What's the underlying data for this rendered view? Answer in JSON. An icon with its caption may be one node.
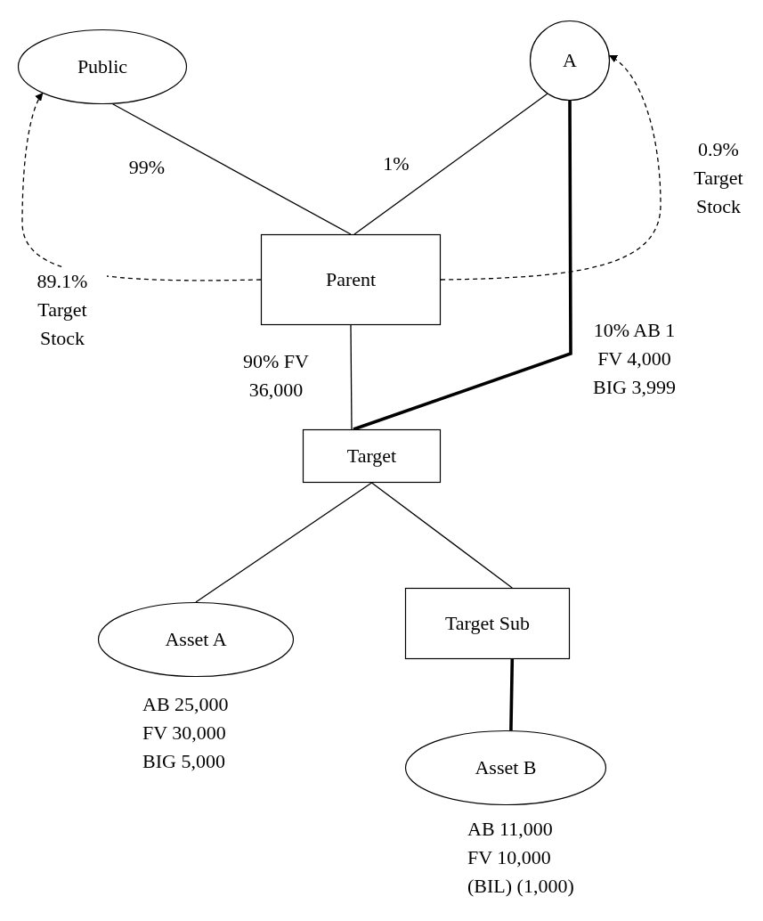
{
  "diagram": {
    "nodes": [
      {
        "text": [
          "Public"
        ]
      },
      {
        "text": [
          "A"
        ]
      },
      {
        "text": [
          "Parent"
        ]
      },
      {
        "text": [
          "Target"
        ]
      },
      {
        "text": [
          "Asset A"
        ],
        "beside": [
          "AB 25,000",
          "FV 30,000",
          "BIG 5,000"
        ]
      },
      {
        "text": [
          "Target Sub"
        ]
      },
      {
        "text": [
          "Asset B"
        ],
        "beside": [
          "AB 11,000",
          "FV 10,000",
          "(BIL) (1,000)"
        ]
      }
    ],
    "edges": [
      {
        "from": 0,
        "to": 2,
        "arrow": "none",
        "label": "99%"
      },
      {
        "from": 1,
        "to": 2,
        "arrow": "none",
        "label": "1%"
      },
      {
        "from": 2,
        "to": 0,
        "arrow": "to",
        "style": "dashed",
        "label": "89.1% Target Stock"
      },
      {
        "from": 2,
        "to": 1,
        "arrow": "to",
        "style": "dashed",
        "label": "0.9% Target Stock"
      },
      {
        "from": 2,
        "to": 3,
        "arrow": "none",
        "label": "90% FV 36,000"
      },
      {
        "from": 1,
        "to": 3,
        "arrow": "none",
        "style": "thick",
        "label": "10% AB 1 FV 4,000 BIG 3,999"
      },
      {
        "from": 3,
        "to": 4,
        "arrow": "none"
      },
      {
        "from": 3,
        "to": 5,
        "arrow": "none"
      },
      {
        "from": 5,
        "to": 6,
        "arrow": "none",
        "style": "thick"
      }
    ]
  }
}
